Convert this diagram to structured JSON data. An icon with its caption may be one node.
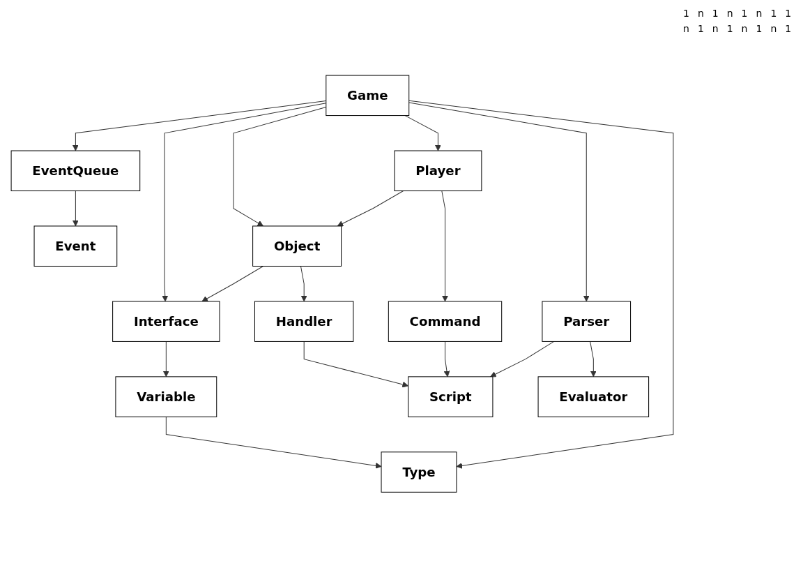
{
  "diagram": {
    "nodes": [
      {
        "text": [
          "Type"
        ]
      },
      {
        "text": [
          "Variable"
        ]
      },
      {
        "text": [
          "Interface"
        ]
      },
      {
        "text": [
          "Event"
        ]
      },
      {
        "text": [
          "Handler"
        ]
      },
      {
        "text": [
          "Object"
        ]
      },
      {
        "text": [
          "Game"
        ]
      },
      {
        "text": [
          "EventQueue"
        ]
      },
      {
        "text": [
          "Script"
        ]
      },
      {
        "text": [
          "Command"
        ]
      },
      {
        "text": [
          "Player"
        ]
      },
      {
        "text": [
          "Evaluator"
        ]
      },
      {
        "text": [
          "Parser"
        ]
      }
    ],
    "edges": [
      {
        "from": 1,
        "to": 0,
        "arrow": "to"
      },
      {
        "from": 6,
        "to": 0,
        "arrow": "to"
      },
      {
        "from": 2,
        "to": 1,
        "arrow": "to"
      },
      {
        "from": 6,
        "to": 2,
        "arrow": "to"
      },
      {
        "from": 5,
        "to": 2,
        "arrow": "to"
      },
      {
        "from": 7,
        "to": 3,
        "arrow": "to"
      },
      {
        "from": 5,
        "to": 4,
        "arrow": "to"
      },
      {
        "from": 6,
        "to": 5,
        "arrow": "to"
      },
      {
        "from": 6,
        "to": 7,
        "arrow": "to"
      },
      {
        "from": 4,
        "to": 8,
        "arrow": "to"
      },
      {
        "from": 10,
        "to": 5,
        "arrow": "to"
      },
      {
        "from": 9,
        "to": 8,
        "arrow": "to"
      },
      {
        "from": 10,
        "to": 9,
        "arrow": "to"
      },
      {
        "from": 6,
        "to": 10,
        "arrow": "to"
      },
      {
        "from": 6,
        "to": 12,
        "arrow": "to"
      },
      {
        "from": 12,
        "to": 8,
        "arrow": "to"
      },
      {
        "from": 12,
        "to": 11,
        "arrow": "to"
      }
    ],
    "labels": [
      "1",
      "n",
      "1",
      "n",
      "1",
      "n",
      "1",
      "1",
      "n",
      "1",
      "n",
      "1",
      "n",
      "1",
      "n",
      "1"
    ]
  }
}
